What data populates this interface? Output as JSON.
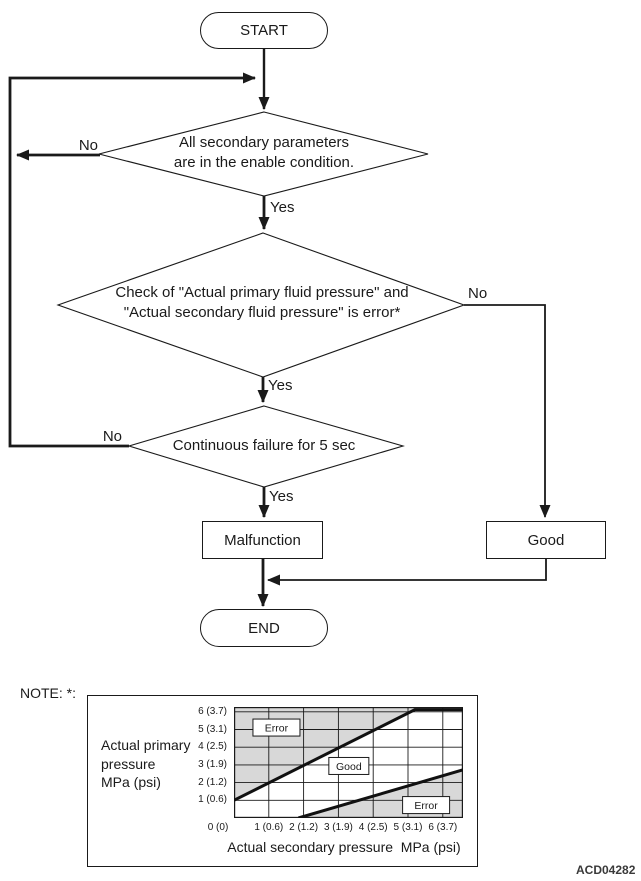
{
  "page": {
    "note_label": "NOTE: *:",
    "figure_code": "ACD04282"
  },
  "flowchart": {
    "start_label": "START",
    "end_label": "END",
    "yes_label": "Yes",
    "no_label": "No",
    "decisions": [
      {
        "lines": [
          "All secondary parameters",
          "are in the enable condition."
        ]
      },
      {
        "lines": [
          "Check of \"Actual primary fluid pressure\" and",
          "\"Actual secondary fluid pressure\" is error*"
        ]
      },
      {
        "lines": [
          "Continuous failure for 5 sec"
        ]
      }
    ],
    "outcomes": {
      "malfunction": "Malfunction",
      "good": "Good"
    }
  },
  "chart_data": {
    "type": "area",
    "title": "",
    "xlabel": "Actual secondary pressure  MPa (psi)",
    "ylabel_lines": [
      "Actual primary",
      "pressure",
      "MPa (psi)"
    ],
    "x_ticks": [
      "0 (0)",
      "1 (0.6)",
      "2 (1.2)",
      "3 (1.9)",
      "4 (2.5)",
      "5 (3.1)",
      "6 (3.7)"
    ],
    "y_ticks": [
      "0 (0)",
      "1 (0.6)",
      "2 (1.2)",
      "3 (1.9)",
      "4 (2.5)",
      "5 (3.1)",
      "6 (3.7)"
    ],
    "xlim": [
      0,
      6.58
    ],
    "ylim": [
      0,
      6.28
    ],
    "grid": true,
    "boundary_lines": [
      {
        "name": "upper-error-boundary",
        "points": [
          [
            0,
            1
          ],
          [
            5.2,
            6.12
          ],
          [
            6.58,
            6.12
          ]
        ]
      },
      {
        "name": "lower-error-boundary",
        "points": [
          [
            1.85,
            0
          ],
          [
            6.58,
            2.72
          ]
        ]
      }
    ],
    "regions": [
      {
        "label": "Error",
        "area": "above-upper-boundary",
        "fill_points": [
          [
            0,
            1
          ],
          [
            5.2,
            6.12
          ],
          [
            6.58,
            6.12
          ],
          [
            6.58,
            6.28
          ],
          [
            0,
            6.28
          ]
        ],
        "label_at": [
          1.22,
          5.11
        ]
      },
      {
        "label": "Good",
        "area": "between-boundaries",
        "fill_points": null,
        "label_at": [
          3.3,
          2.94
        ]
      },
      {
        "label": "Error",
        "area": "below-lower-boundary",
        "fill_points": [
          [
            1.85,
            0
          ],
          [
            6.58,
            2.72
          ],
          [
            6.58,
            0
          ]
        ],
        "label_at": [
          5.52,
          0.73
        ]
      }
    ],
    "colors": {
      "region_fill": "#d8d8d8",
      "line": "#111111"
    }
  }
}
